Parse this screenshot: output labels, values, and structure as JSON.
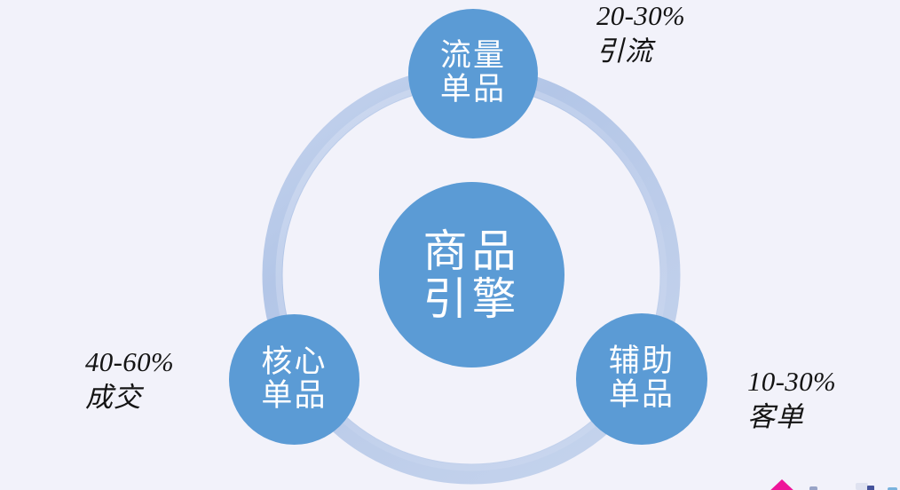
{
  "diagram": {
    "title": "商品引擎",
    "type": "circular-hub-and-spoke",
    "colors": {
      "background": "#f2f2fa",
      "node_fill": "#5b9bd5",
      "node_text": "#ffffff",
      "ring_light": "#c9d6ef",
      "ring_mid": "#b4c7e7",
      "ring_dark": "#a8bde2",
      "annotation_text": "#141414",
      "watermark_magenta": "#ee1599"
    },
    "center": {
      "name": "center-node",
      "line1": "商品",
      "line2": "引擎"
    },
    "nodes": [
      {
        "id": "traffic",
        "name": "traffic-node",
        "line1": "流量",
        "line2": "单品",
        "position": "top"
      },
      {
        "id": "core",
        "name": "core-node",
        "line1": "核心",
        "line2": "单品",
        "position": "bottom-left"
      },
      {
        "id": "assist",
        "name": "assist-node",
        "line1": "辅助",
        "line2": "单品",
        "position": "bottom-right"
      }
    ],
    "annotations": [
      {
        "id": "traffic",
        "name": "traffic-annotation",
        "percent": "20-30%",
        "caption": "引流",
        "position": "top-right"
      },
      {
        "id": "core",
        "name": "core-annotation",
        "percent": "40-60%",
        "caption": "成交",
        "position": "left"
      },
      {
        "id": "assist",
        "name": "assist-annotation",
        "percent": "10-30%",
        "caption": "客单",
        "position": "right"
      }
    ]
  }
}
